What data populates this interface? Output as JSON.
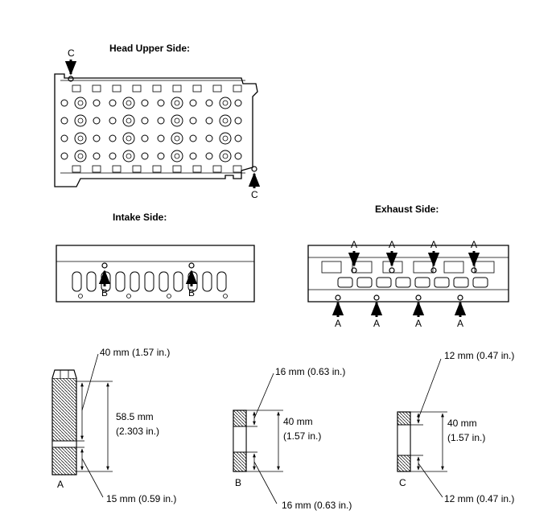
{
  "views": {
    "head_upper": {
      "title": "Head Upper Side:",
      "marker": "C"
    },
    "intake": {
      "title": "Intake Side:",
      "marker": "B"
    },
    "exhaust": {
      "title": "Exhaust Side:",
      "marker": "A"
    }
  },
  "studs": {
    "a": {
      "letter": "A",
      "top_dim": "40 mm (1.57 in.)",
      "overall_dim_line1": "58.5 mm",
      "overall_dim_line2": "(2.303 in.)",
      "bottom_dim": "15 mm (0.59 in.)"
    },
    "b": {
      "letter": "B",
      "top_dim": "16 mm (0.63 in.)",
      "overall_dim_line1": "40 mm",
      "overall_dim_line2": "(1.57 in.)",
      "bottom_dim": "16 mm (0.63 in.)"
    },
    "c": {
      "letter": "C",
      "top_dim": "12 mm (0.47 in.)",
      "overall_dim_line1": "40 mm",
      "overall_dim_line2": "(1.57 in.)",
      "bottom_dim": "12 mm (0.47 in.)"
    }
  }
}
